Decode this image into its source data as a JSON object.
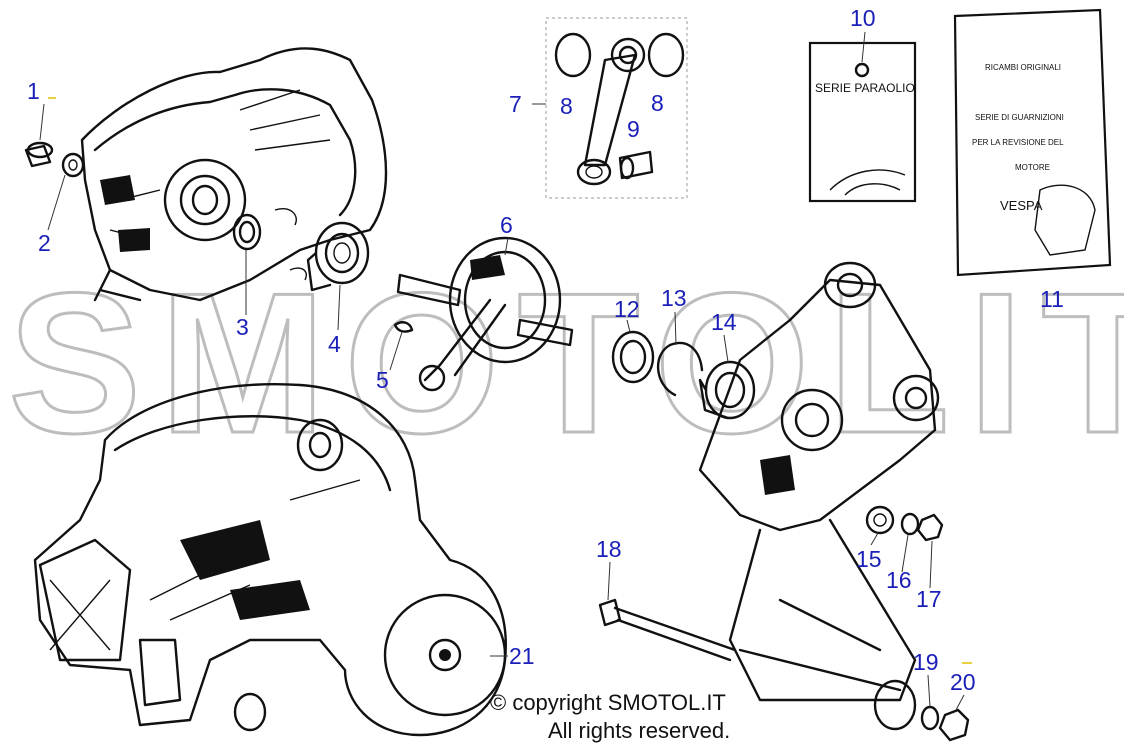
{
  "watermark": "SMOTOLIT",
  "copyright_line1": "© copyright SMOTOL.IT",
  "copyright_line2": "All rights reserved.",
  "package_10_text": "SERIE PARAOLIO",
  "package_11_lines": [
    "RICAMBI ORIGINALI",
    "SERIE DI GUARNIZIONI",
    "PER LA REVISIONE DEL",
    "MOTORE",
    "VESPA"
  ],
  "callouts": [
    "1",
    "2",
    "3",
    "4",
    "5",
    "6",
    "7",
    "8",
    "8",
    "9",
    "10",
    "11",
    "12",
    "13",
    "14",
    "15",
    "16",
    "17",
    "18",
    "19",
    "20",
    "21"
  ],
  "colors": {
    "callout": "#1a1fb8",
    "ink": "#111111",
    "watermark": "#bdbdbd",
    "accent_mark": "#e0c000"
  }
}
